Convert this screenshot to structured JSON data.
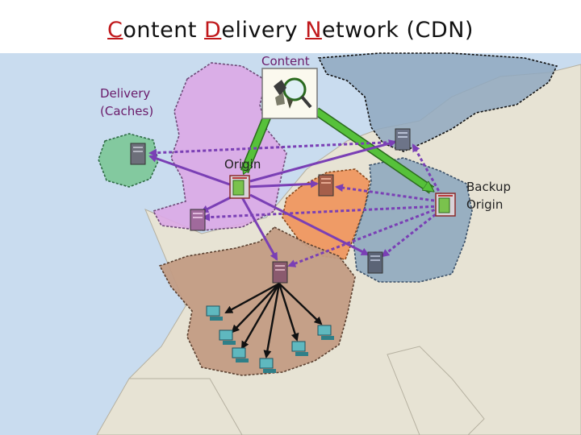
{
  "title": {
    "parts": [
      {
        "cap": "C",
        "rest": "ontent "
      },
      {
        "cap": "D",
        "rest": "elivery "
      },
      {
        "cap": "N",
        "rest": "etwork (CDN)"
      }
    ]
  },
  "labels": {
    "content": "Content",
    "delivery_line1": "Delivery",
    "delivery_line2": "(Caches)",
    "origin": "Origin",
    "backup_line1": "Backup",
    "backup_line2": "Origin"
  },
  "colors": {
    "sea": "#c9dcef",
    "land": "#e7e3d4",
    "uk": "#dca9e6",
    "ireland": "#7fc79a",
    "france": "#c39c84",
    "benelux": "#f0925a",
    "germany_nordic": "#8fa8bf",
    "cache_arrow": "#7a3fb5",
    "origin_arrow": "#56c13a",
    "client_arrow": "#111111",
    "label_purple": "#6a1b6a"
  },
  "icons": {
    "content_box": "magnifier-content-icon",
    "origin_server": "origin-server-icon",
    "backup_server": "backup-origin-server-icon",
    "cache_server": "cache-server-icon",
    "client": "client-computer-icon"
  }
}
